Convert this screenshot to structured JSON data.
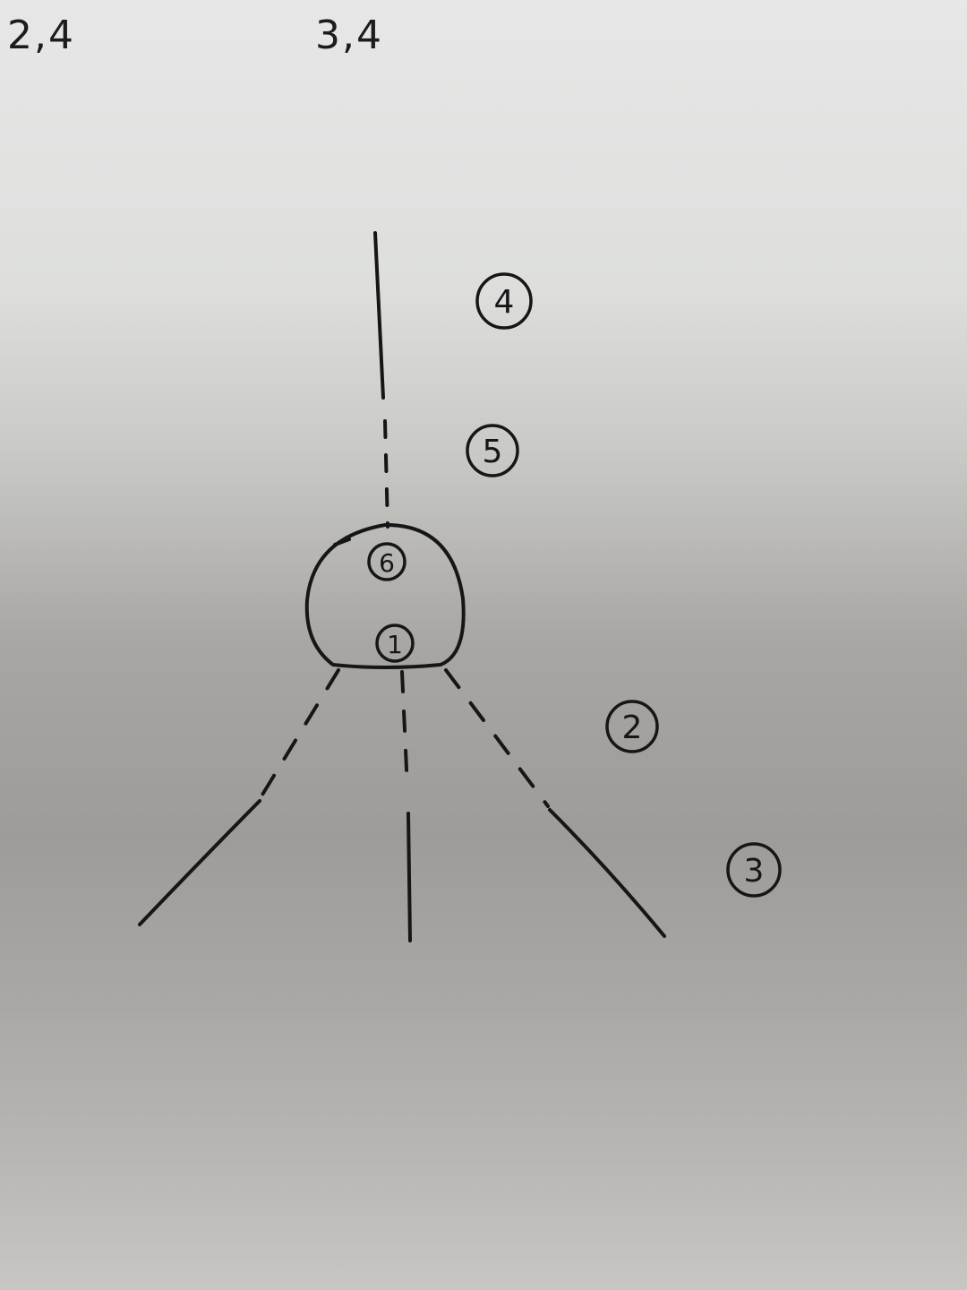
{
  "corner_labels": {
    "left": "2,4",
    "right": "3,4"
  },
  "markers": {
    "m1": "1",
    "m2": "2",
    "m3": "3",
    "m4": "4",
    "m5": "5",
    "m6": "6"
  },
  "colors": {
    "ink": "#161616",
    "paper_top": "#e6e7e6",
    "paper_bottom": "#9e9c99"
  }
}
